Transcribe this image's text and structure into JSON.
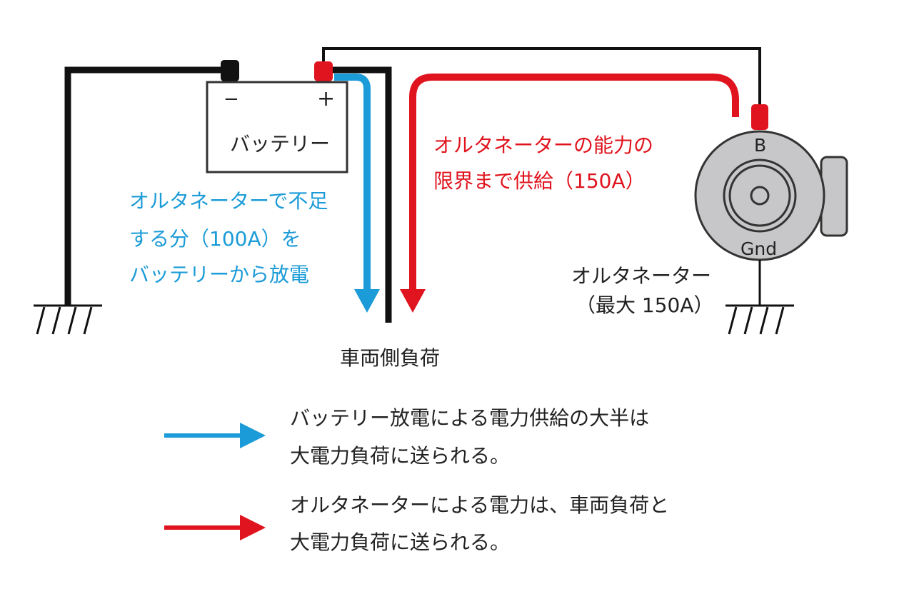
{
  "colors": {
    "blue": "#1b9bd7",
    "red": "#e0141e",
    "wire": "#111111",
    "alternator_body": "#c7c7c9"
  },
  "battery": {
    "minus": "−",
    "plus": "+",
    "label": "バッテリー"
  },
  "alternator": {
    "terminal_b": "B",
    "terminal_gnd": "Gnd",
    "label_line1": "オルタネーター",
    "label_line2": "（最大 150A）"
  },
  "annotations": {
    "battery_discharge_line1": "オルタネーターで不足",
    "battery_discharge_line2": "する分（100A）を",
    "battery_discharge_line3": "バッテリーから放電",
    "alternator_supply_line1": "オルタネーターの能力の",
    "alternator_supply_line2": "限界まで供給（150A）"
  },
  "load_label": "車両側負荷",
  "legend": [
    {
      "color": "blue",
      "line1": "バッテリー放電による電力供給の大半は",
      "line2": "大電力負荷に送られる。"
    },
    {
      "color": "red",
      "line1": "オルタネーターによる電力は、車両負荷と",
      "line2": "大電力負荷に送られる。"
    }
  ]
}
